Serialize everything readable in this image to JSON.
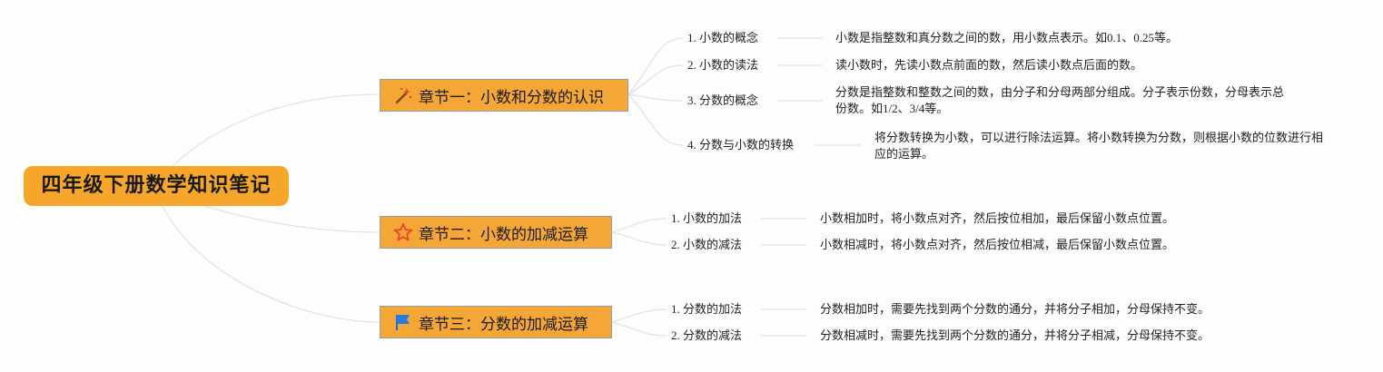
{
  "root": {
    "title": "四年级下册数学知识笔记"
  },
  "chapters": [
    {
      "title": "章节一：小数和分数的认识",
      "icon": "magic-wand-icon",
      "topics": [
        {
          "label": "1. 小数的概念",
          "desc": "小数是指整数和真分数之间的数，用小数点表示。如0.1、0.25等。"
        },
        {
          "label": "2. 小数的读法",
          "desc": "读小数时，先读小数点前面的数，然后读小数点后面的数。"
        },
        {
          "label": "3. 分数的概念",
          "desc": "分数是指整数和整数之间的数，由分子和分母两部分组成。分子表示份数，分母表示总份数。如1/2、3/4等。"
        },
        {
          "label": "4. 分数与小数的转换",
          "desc": "将分数转换为小数，可以进行除法运算。将小数转换为分数，则根据小数的位数进行相应的运算。"
        }
      ]
    },
    {
      "title": "章节二：小数的加减运算",
      "icon": "star-icon",
      "topics": [
        {
          "label": "1. 小数的加法",
          "desc": "小数相加时，将小数点对齐，然后按位相加，最后保留小数点位置。"
        },
        {
          "label": "2. 小数的减法",
          "desc": "小数相减时，将小数点对齐，然后按位相减，最后保留小数点位置。"
        }
      ]
    },
    {
      "title": "章节三：分数的加减运算",
      "icon": "flag-icon",
      "topics": [
        {
          "label": "1. 分数的加法",
          "desc": "分数相加时，需要先找到两个分数的通分，并将分子相加，分母保持不变。"
        },
        {
          "label": "2. 分数的减法",
          "desc": "分数相减时，需要先找到两个分数的通分，并将分子相减，分母保持不变。"
        }
      ]
    }
  ],
  "colors": {
    "root": "#f6a62a",
    "chapter": "#f4a636",
    "connector": "#dcdcdc"
  }
}
